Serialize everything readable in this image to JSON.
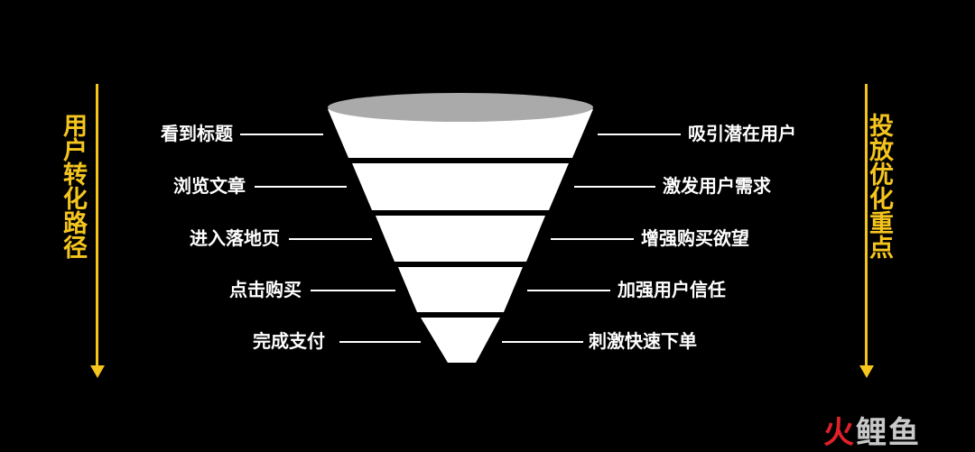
{
  "left_title": "用户转化路径",
  "right_title": "投放优化重点",
  "stages": [
    {
      "left": "看到标题",
      "right": "吸引潜在用户"
    },
    {
      "left": "浏览文章",
      "right": "激发用户需求"
    },
    {
      "left": "进入落地页",
      "right": "增强购买欲望"
    },
    {
      "left": "点击购买",
      "right": "加强用户信任"
    },
    {
      "left": "完成支付",
      "right": "刺激快速下单"
    }
  ],
  "colors": {
    "accent": "#f5c51e",
    "background": "#000000",
    "funnel_top": "#aaaaaa",
    "funnel_body": "#ffffff"
  },
  "watermark": {
    "fire": "火",
    "rest": "鲤鱼"
  }
}
